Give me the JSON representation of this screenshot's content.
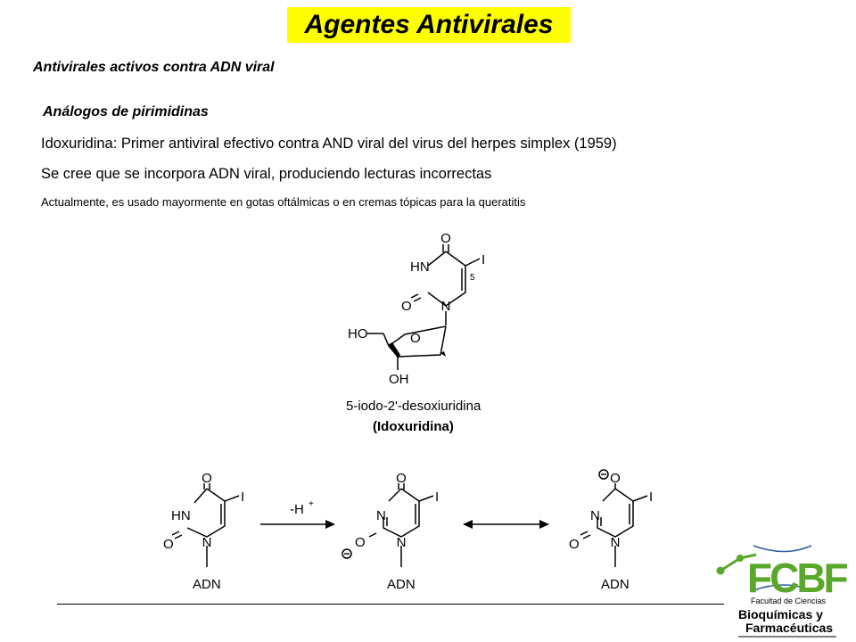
{
  "title": "Agentes Antivirales",
  "section": "Antivirales activos contra ADN viral",
  "subsection": "Análogos de pirimidinas",
  "paragraphs": [
    "Idoxuridina: Primer antiviral efectivo contra AND viral del virus del herpes simplex (1959)",
    "Se cree que se incorpora ADN viral, produciendo lecturas incorrectas",
    "Actualmente, es usado mayormente en gotas oftálmicas o en cremas tópicas para la queratitis"
  ],
  "molecule": {
    "atom_O": "O",
    "atom_HN": "HN",
    "atom_I": "I",
    "position_5": "5",
    "atom_N": "N",
    "atom_HO": "HO",
    "atom_OH": "OH",
    "name": "5-iodo-2'-desoxiuridina",
    "common_name": "(Idoxuridina)"
  },
  "reaction": {
    "label": "-H",
    "superscript": "+",
    "substituent": "ADN",
    "minus": "−"
  },
  "logo": {
    "letters": "FCBF",
    "line1": "Facultad de Ciencias",
    "line2": "Bioquímicas y",
    "line3": "Farmacéuticas",
    "colors": {
      "green": "#5aa82b",
      "blue": "#2b5f9e"
    }
  }
}
